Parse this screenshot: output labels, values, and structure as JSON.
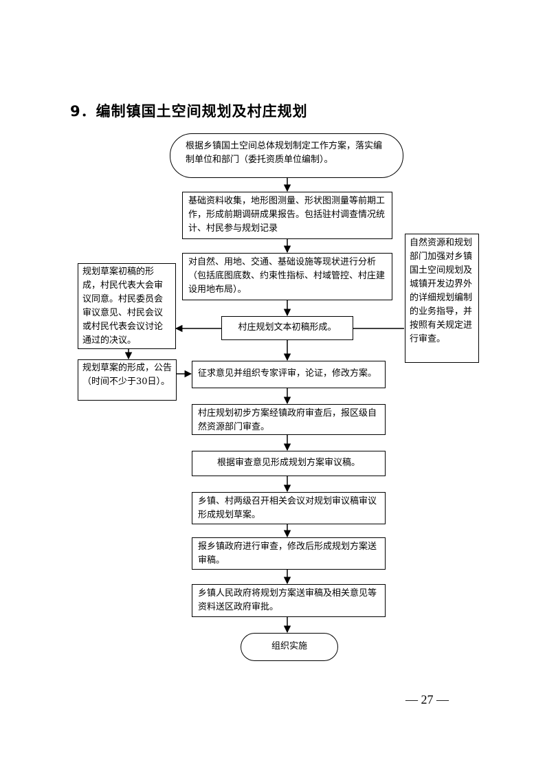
{
  "title": "9．编制镇国土空间规划及村庄规划",
  "flow": {
    "start": "根据乡镇国土空间总体规划制定工作方案，落实编制单位和部门（委托资质单位编制）。",
    "step1": "基础资料收集，地形图测量、形状图测量等前期工作，形成前期调研成果报告。包括驻村调查情况统计、村民参与规划记录",
    "step2": "对自然、用地、交通、基础设施等现状进行分析（包括底图底数、约束性指标、村域管控、村庄建设用地布局）。",
    "step3": "村庄规划文本初稿形成。",
    "step4": "征求意见并组织专家评审，论证，修改方案。",
    "step5": "村庄规划初步方案经镇政府审查后，报区级自然资源部门审查。",
    "step6": "根据审查意见形成规划方案审议稿。",
    "step7": "乡镇、村两级召开相关会议对规划审议稿审议形成规划草案。",
    "step8": "报乡镇政府进行审查，修改后形成规划方案送审稿。",
    "step9": "乡镇人民政府将规划方案送审稿及相关意见等资料送区政府审批。",
    "end": "组织实施"
  },
  "side": {
    "left1": "规划草案初稿的形成，村民代表大会审议同意。村民委员会审议意见、村民会议或村民代表会议讨论通过的决议。",
    "left2": "规划草案的形成，公告（时间不少于30日）。",
    "right": "自然资源和规划部门加强对乡镇国土空间规划及城镇开发边界外的详细规划编制的业务指导，并按照有关规定进行审查。"
  },
  "page_number": "— 27 —"
}
